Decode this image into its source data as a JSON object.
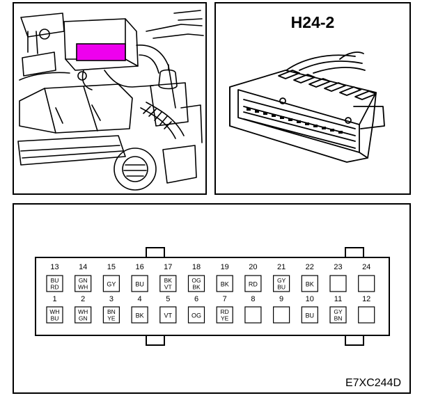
{
  "connector": {
    "title": "H24-2",
    "highlight_color": "#ee00ee"
  },
  "figure_code": "E7XC244D",
  "pins": [
    {
      "num": "13",
      "colors": [
        "BU",
        "RD"
      ]
    },
    {
      "num": "14",
      "colors": [
        "GN",
        "WH"
      ]
    },
    {
      "num": "15",
      "colors": [
        "GY"
      ]
    },
    {
      "num": "16",
      "colors": [
        "BU"
      ]
    },
    {
      "num": "17",
      "colors": [
        "BK",
        "VT"
      ]
    },
    {
      "num": "18",
      "colors": [
        "OG",
        "BK"
      ]
    },
    {
      "num": "19",
      "colors": [
        "BK"
      ]
    },
    {
      "num": "20",
      "colors": [
        "RD"
      ]
    },
    {
      "num": "21",
      "colors": [
        "GY",
        "BU"
      ]
    },
    {
      "num": "22",
      "colors": [
        "BK"
      ]
    },
    {
      "num": "23",
      "colors": []
    },
    {
      "num": "24",
      "colors": []
    },
    {
      "num": "1",
      "colors": [
        "WH",
        "BU"
      ]
    },
    {
      "num": "2",
      "colors": [
        "WH",
        "GN"
      ]
    },
    {
      "num": "3",
      "colors": [
        "BN",
        "YE"
      ]
    },
    {
      "num": "4",
      "colors": [
        "BK"
      ]
    },
    {
      "num": "5",
      "colors": [
        "VT"
      ]
    },
    {
      "num": "6",
      "colors": [
        "OG"
      ]
    },
    {
      "num": "7",
      "colors": [
        "RD",
        "YE"
      ]
    },
    {
      "num": "8",
      "colors": []
    },
    {
      "num": "9",
      "colors": []
    },
    {
      "num": "10",
      "colors": [
        "BU"
      ]
    },
    {
      "num": "11",
      "colors": [
        "GY",
        "BN"
      ]
    },
    {
      "num": "12",
      "colors": []
    }
  ]
}
